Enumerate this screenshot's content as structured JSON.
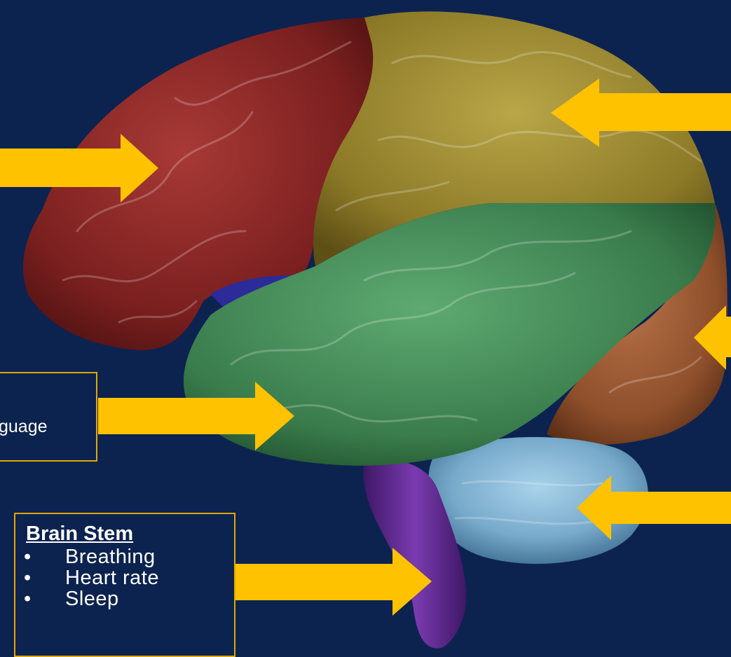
{
  "colors": {
    "background": "#0c2350",
    "arrow": "#ffc200",
    "box_border": "#e0a800",
    "frontal": "#8a2424",
    "parietal": "#9c8a30",
    "temporal": "#3f8a55",
    "occipital": "#9a5a34",
    "cerebellum": "#7fb3d3",
    "brain_stem": "#5d2a8c"
  },
  "temporal_box": {
    "visible_text": "guage"
  },
  "brain_stem_box": {
    "title": "Brain Stem",
    "items": [
      {
        "bullet": "•",
        "label": "Breathing"
      },
      {
        "bullet": "•",
        "label": "Heart rate"
      },
      {
        "bullet": "•",
        "label": "Sleep"
      }
    ]
  }
}
